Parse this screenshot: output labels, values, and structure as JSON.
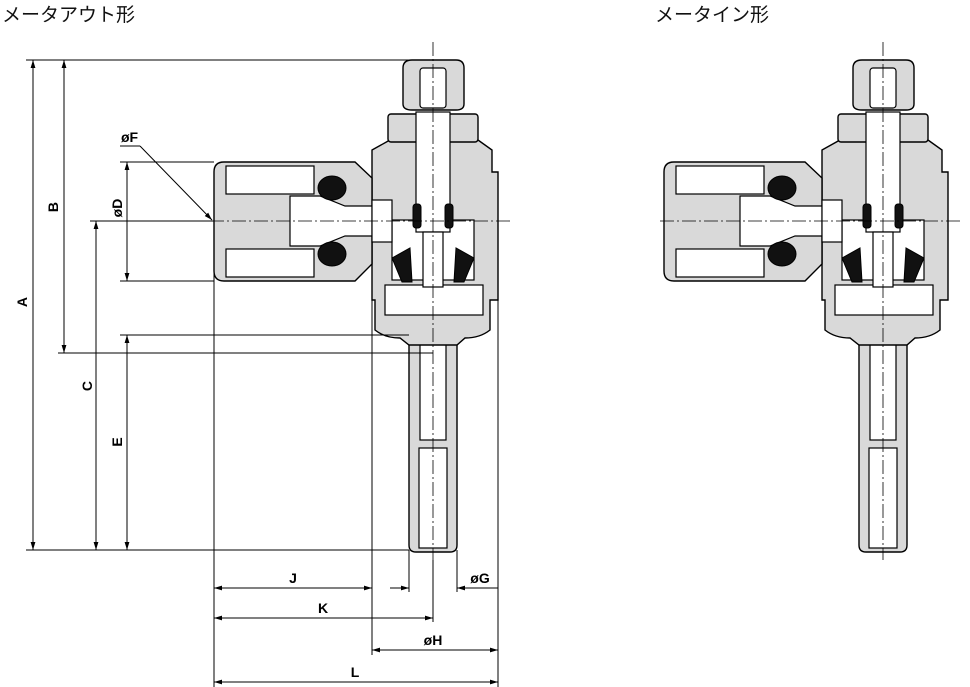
{
  "titles": {
    "meter_out": "メータアウト形",
    "meter_in": "メータイン形"
  },
  "dimensions": {
    "A": "A",
    "B": "B",
    "C": "C",
    "D": "øD",
    "E": "E",
    "F": "øF",
    "G": "øG",
    "H": "øH",
    "J": "J",
    "K": "K",
    "L": "L"
  }
}
